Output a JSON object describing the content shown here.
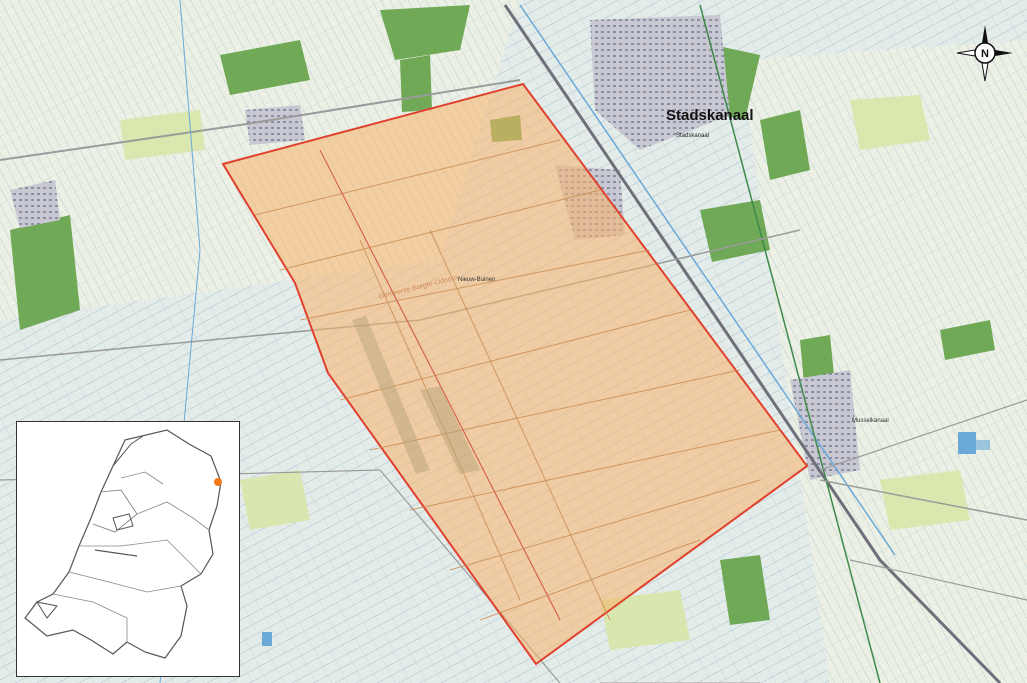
{
  "map": {
    "labels": {
      "city": "Stadskanaal",
      "municipality": "Gemeente Borger-Odoorn",
      "town_nieuw_buinen": "Nieuw-Buinen",
      "town_musselkanaal": "Musselkanaal",
      "town_stadskanaal_small": "Stadskanaal"
    },
    "compass_letter": "N",
    "colors": {
      "area_fill": "#f7b26a",
      "area_stroke": "#e0412e",
      "forest": "#5c9e3e",
      "field_light": "#d8e6a8",
      "water": "#6aa9d8",
      "road": "#9b9b9b",
      "town": "#a8a8b8",
      "marker": "#f07a1a"
    }
  },
  "inset": {
    "title": "",
    "marker": "study-area-location"
  }
}
